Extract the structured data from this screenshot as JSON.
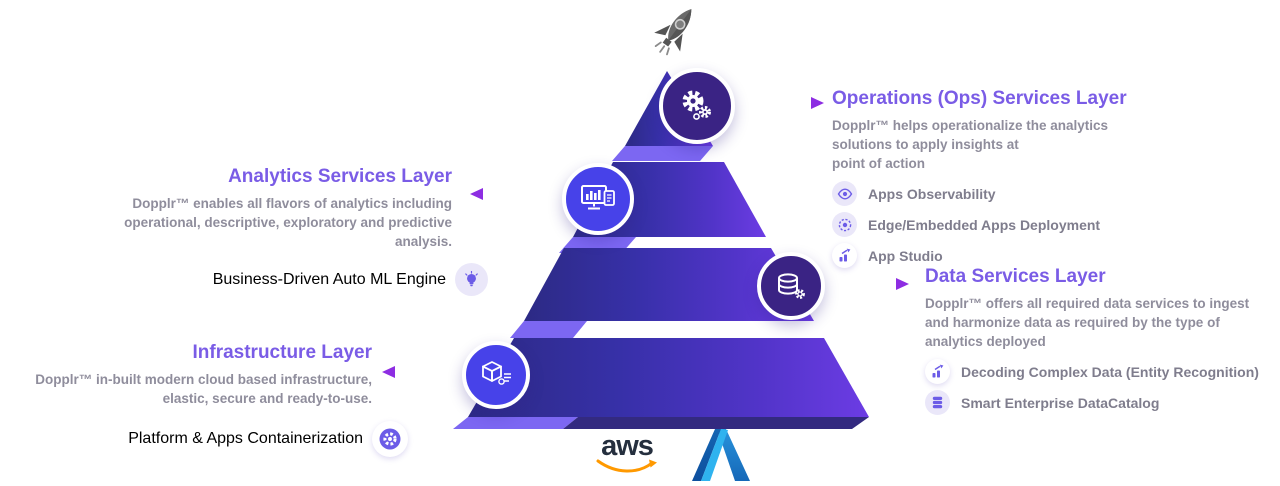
{
  "sections": {
    "operations": {
      "title": "Operations (Ops) Services Layer",
      "description": "Dopplr™ helps operationalize the analytics\nsolutions to apply insights at\npoint of action",
      "items": [
        {
          "icon": "eye-icon",
          "label": "Apps Observability"
        },
        {
          "icon": "target-icon",
          "label": "Edge/Embedded Apps Deployment"
        },
        {
          "icon": "chart-arrow-icon",
          "label": "App Studio"
        }
      ]
    },
    "analytics": {
      "title": "Analytics Services Layer",
      "description": "Dopplr™ enables all flavors of analytics including\noperational, descriptive, exploratory and predictive\nanalysis.",
      "items": [
        {
          "icon": "bulb-icon",
          "label": "Business-Driven Auto ML Engine"
        }
      ]
    },
    "data": {
      "title": "Data Services Layer",
      "description": "Dopplr™ offers all required data services to ingest\nand harmonize data as required by the type of\nanalytics deployed",
      "items": [
        {
          "icon": "chart-arrow-icon",
          "label": "Decoding Complex Data (Entity Recognition)"
        },
        {
          "icon": "database-stack-icon",
          "label": "Smart Enterprise DataCatalog"
        }
      ]
    },
    "infrastructure": {
      "title": "Infrastructure Layer",
      "description": "Dopplr™ in-built modern cloud based infrastructure,\nelastic, secure and ready-to-use.",
      "items": [
        {
          "icon": "container-gear-icon",
          "label": "Platform & Apps Containerization"
        }
      ]
    }
  },
  "pyramid": {
    "layer_count": 4,
    "badges": [
      {
        "icon": "gears-icon",
        "layer": "operations"
      },
      {
        "icon": "monitor-chart-icon",
        "layer": "analytics"
      },
      {
        "icon": "database-gear-icon",
        "layer": "data"
      },
      {
        "icon": "cube-icon",
        "layer": "infrastructure"
      }
    ],
    "colors": {
      "left": "#2c2a84",
      "mid": "#4a34c4",
      "right": "#6c3ce4",
      "ledge": "#7c67f2",
      "underside": "#332a80"
    }
  },
  "rocket": {
    "icon": "rocket-icon",
    "color": "#6a6a6a"
  },
  "arrows": {
    "color_start": "#4a43d0",
    "color_end": "#8d2de2"
  },
  "text_colors": {
    "heading": "#7a5ce6",
    "body": "#8f8d9c",
    "item": "#7f7d8d",
    "icon_accent": "#6c5ce7"
  },
  "logos": {
    "aws": {
      "label": "aws",
      "text_color": "#252f3e",
      "smile_color": "#ff9900"
    },
    "azure": {
      "icon": "azure-a-icon",
      "colors": [
        "#0d59a8",
        "#2fb3ef",
        "#1b7fd4"
      ]
    }
  }
}
